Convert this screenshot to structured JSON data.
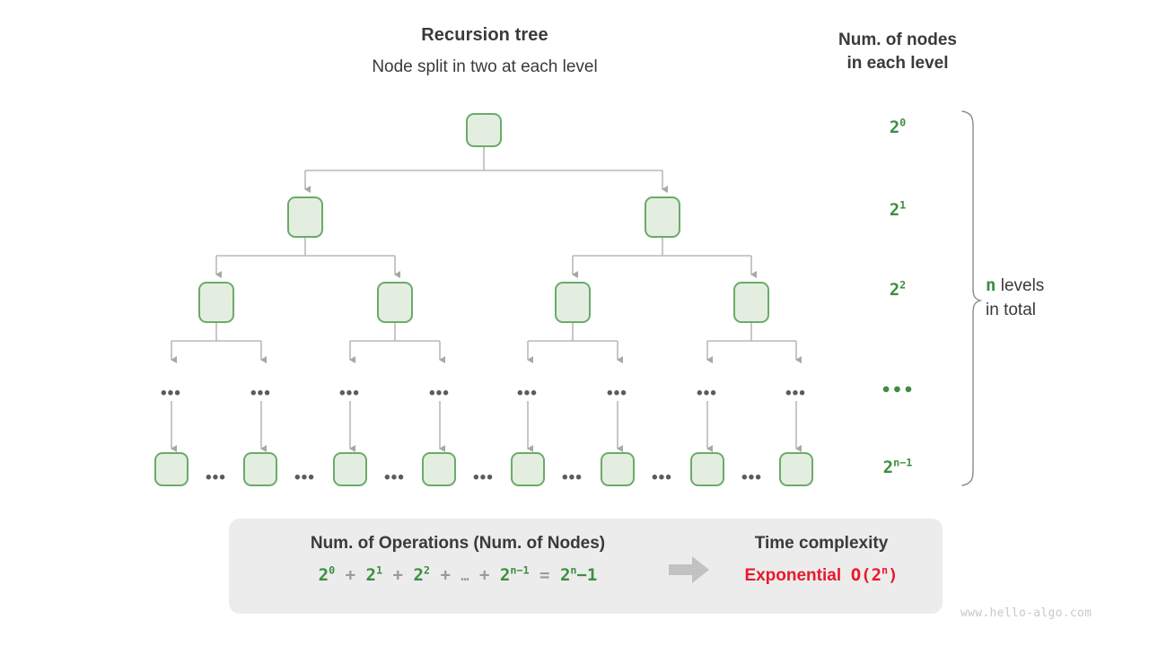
{
  "titles": {
    "main": "Recursion tree",
    "sub": "Node split in two at each level",
    "right_line1": "Num. of nodes",
    "right_line2": "in each level"
  },
  "colors": {
    "node_fill": "#e3eee0",
    "node_stroke": "#6aab68",
    "green_text": "#3e8e41",
    "red_text": "#e8192c",
    "edge": "#b0b0b0",
    "panel_bg": "#ececec",
    "dark_text": "#3a3a3a",
    "muted": "#9a9a9a"
  },
  "levels": [
    {
      "id": "level-0",
      "count_base": "2",
      "count_exp": "0",
      "nodes": 1
    },
    {
      "id": "level-1",
      "count_base": "2",
      "count_exp": "1",
      "nodes": 2
    },
    {
      "id": "level-2",
      "count_base": "2",
      "count_exp": "2",
      "nodes": 4
    },
    {
      "id": "level-ellipsis",
      "count_base": "",
      "count_exp": "",
      "ellipsis": "•••",
      "nodes": 8
    },
    {
      "id": "level-last",
      "count_base": "2",
      "count_exp": "n−1",
      "nodes": 8
    }
  ],
  "level_counts": {
    "l0": "2",
    "l0_exp": "0",
    "l1": "2",
    "l1_exp": "1",
    "l2": "2",
    "l2_exp": "2",
    "l3": "•••",
    "l4": "2",
    "l4_exp": "n−1"
  },
  "brace": {
    "variable": "n",
    "text_line1": "levels",
    "text_line2": "in total"
  },
  "ellipsis": {
    "vertical": "•••",
    "horizontal": "•••"
  },
  "summary": {
    "left_heading": "Num. of Operations (Num. of Nodes)",
    "formula": {
      "t1_base": "2",
      "t1_exp": "0",
      "op1": "+",
      "t2_base": "2",
      "t2_exp": "1",
      "op2": "+",
      "t3_base": "2",
      "t3_exp": "2",
      "op3": "+",
      "mid_ellipsis": "…",
      "op4": "+",
      "t4_base": "2",
      "t4_exp": "n−1",
      "eq": "=",
      "result_base": "2",
      "result_exp": "n",
      "result_tail": "−1"
    },
    "right_heading": "Time complexity",
    "complexity_word": "Exponential",
    "complexity_bigo_prefix": "O(2",
    "complexity_bigo_exp": "n",
    "complexity_bigo_suffix": ")"
  },
  "watermark": "www.hello-algo.com"
}
